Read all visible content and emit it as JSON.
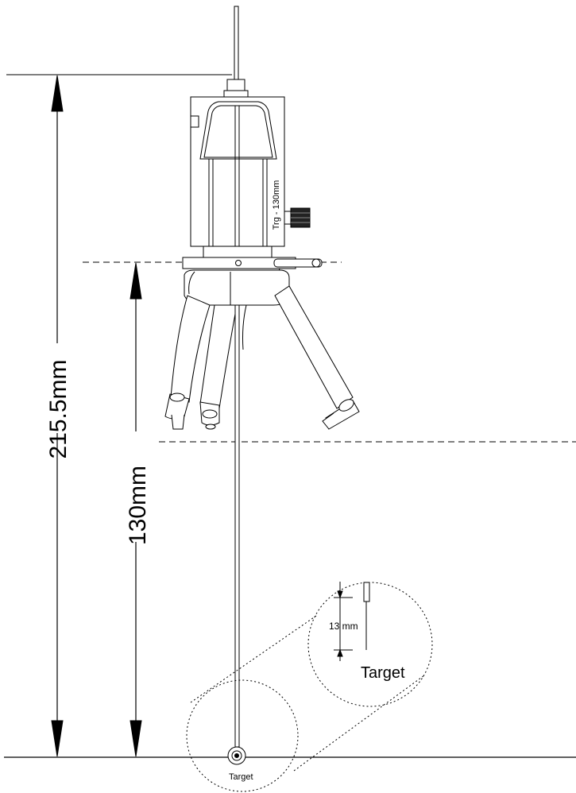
{
  "diagram": {
    "dimension_overall": "215.5mm",
    "dimension_lower": "130mm",
    "device_label": "Trg - 130mm",
    "detail_dimension": "13 mm",
    "detail_target_label": "Target",
    "bottom_target_label": "Target"
  }
}
